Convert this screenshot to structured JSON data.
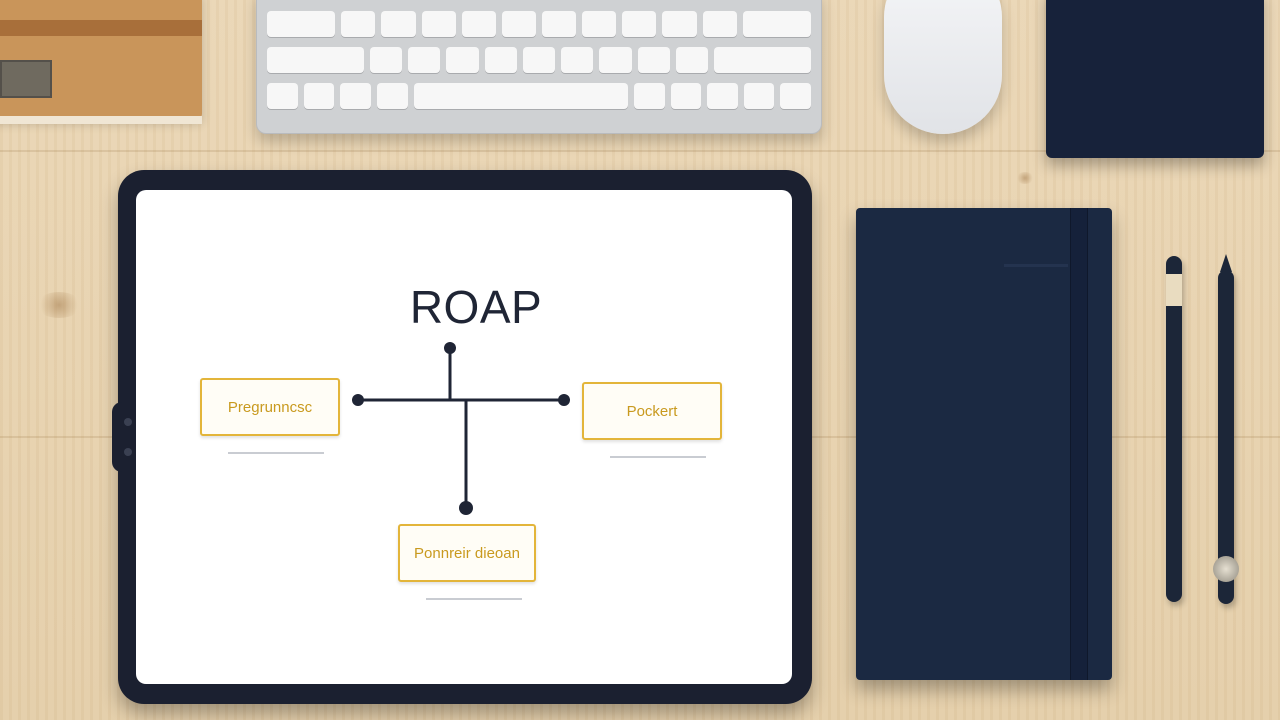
{
  "scene": {
    "description_items": [
      "wooden-desk",
      "book",
      "keyboard",
      "mouse",
      "notebook",
      "tablet",
      "notebook",
      "pens"
    ]
  },
  "diagram": {
    "title": "ROAP",
    "nodes": [
      {
        "id": "left",
        "label": "Pregrunncsc"
      },
      {
        "id": "right",
        "label": "Pockert"
      },
      {
        "id": "bottom",
        "label": "Ponnreir dieoan"
      }
    ]
  },
  "colors": {
    "desk": "#e8d3b0",
    "tablet_frame": "#1b2030",
    "node_border": "#e3b53a",
    "node_text": "#c99a1f",
    "connector": "#1f2535",
    "notebook": "#1b2942"
  }
}
